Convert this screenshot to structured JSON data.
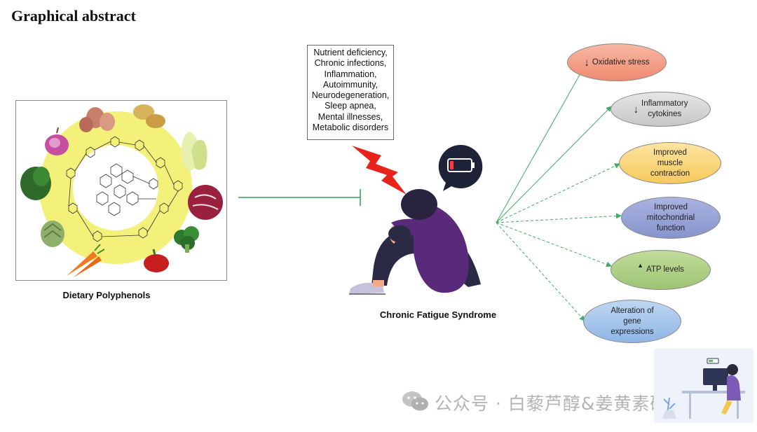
{
  "title": "Graphical abstract",
  "polyphenols": {
    "label": "Dietary Polyphenols",
    "ring_color": "#f3f17a"
  },
  "causes": [
    "Nutrient deficiency,",
    "Chronic infections,",
    "Inflammation,",
    "Autoimmunity,",
    "Neurodegeneration,",
    "Sleep apnea,",
    "Mental illnesses,",
    "Metabolic disorders"
  ],
  "cfs_label": "Chronic Fatigue Syndrome",
  "outcomes": [
    {
      "lines": [
        "Oxidative stress"
      ],
      "icon": "down-arrow-icon",
      "color": "#ee8a70"
    },
    {
      "lines": [
        "Inflammatory",
        "cytokines"
      ],
      "icon": "down-arrow-icon",
      "color": "#c6c6c6"
    },
    {
      "lines": [
        "Improved",
        "muscle",
        "contraction"
      ],
      "icon": "",
      "color": "#f6c95a"
    },
    {
      "lines": [
        "Improved",
        "mitochondrial",
        "function"
      ],
      "icon": "",
      "color": "#8795cd"
    },
    {
      "lines": [
        "ATP levels"
      ],
      "icon": "up-arrow-icon",
      "color": "#9cc572"
    },
    {
      "lines": [
        "Alteration of",
        "gene",
        "expressions"
      ],
      "icon": "",
      "color": "#8fb6e6"
    }
  ],
  "colors": {
    "inhibition_line": "#2e9e55",
    "outcome_arrows": "#44aa66",
    "lightning": "#e8231b",
    "figure_sweater": "#5a2a7a",
    "figure_pants": "#2b2a45",
    "skin": "#f4a886"
  },
  "watermark": {
    "text": "公众号 · 白藜芦醇&姜黄素研究",
    "icon": "wechat-icon"
  }
}
